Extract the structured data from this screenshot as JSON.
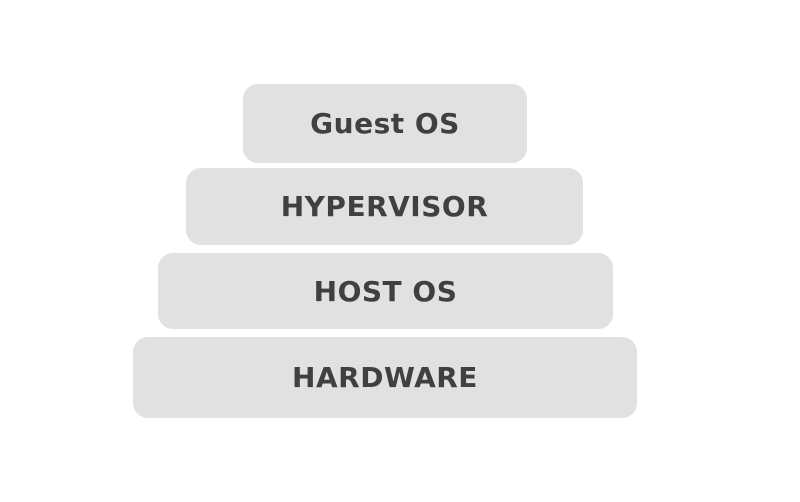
{
  "diagram": {
    "type": "stacked-layers",
    "layers": [
      {
        "label": "Guest OS"
      },
      {
        "label": "HYPERVISOR"
      },
      {
        "label": "HOST OS"
      },
      {
        "label": "HARDWARE"
      }
    ],
    "colors": {
      "layer_background": "#e1e1e1",
      "layer_text": "#404040",
      "page_background": "#ffffff"
    }
  }
}
